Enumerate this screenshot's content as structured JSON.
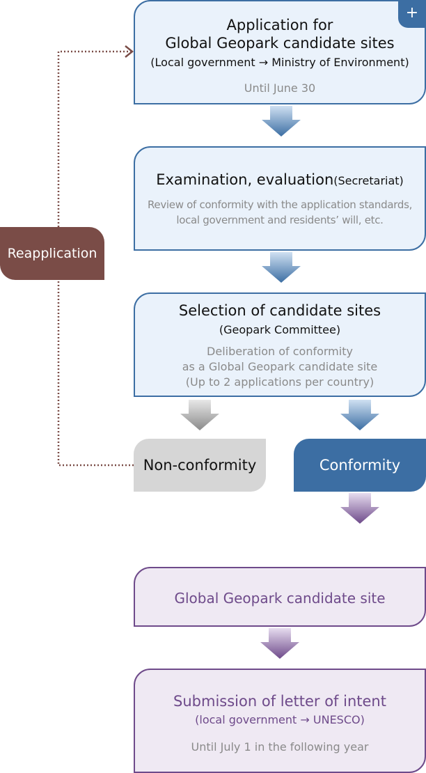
{
  "step1": {
    "title_line1": "Application for",
    "title_line2": "Global Geopark candidate sites",
    "subtitle": "(Local government → Ministry of Environment)",
    "deadline": "Until June 30",
    "plus_label": "+"
  },
  "step2": {
    "title": "Examination, evaluation",
    "title_suffix": "(Secretariat)",
    "desc_line1": "Review of conformity with the application standards,",
    "desc_line2": "local government and residents’ will, etc."
  },
  "step3": {
    "title": "Selection of candidate sites",
    "subtitle": "(Geopark Committee)",
    "desc_line1": "Deliberation of conformity",
    "desc_line2": "as a Global Geopark candidate site",
    "desc_line3": "(Up to 2 applications per country)"
  },
  "outcomes": {
    "non_conformity": "Non-conformity",
    "conformity": "Conformity"
  },
  "step4": {
    "title": "Global Geopark candidate site"
  },
  "step5": {
    "title": "Submission of letter of intent",
    "subtitle": "(local government → UNESCO)",
    "deadline": "Until July 1 in the following year"
  },
  "reapplication": {
    "label": "Reapplication"
  },
  "colors": {
    "blue_border": "#3c6ea3",
    "blue_fill": "#eaf2fb",
    "purple_border": "#6e4a8a",
    "purple_fill": "#efe9f3",
    "reapplication_fill": "#7a4c47",
    "non_conformity_fill": "#d6d6d6",
    "loop_line": "#7a4c47"
  }
}
